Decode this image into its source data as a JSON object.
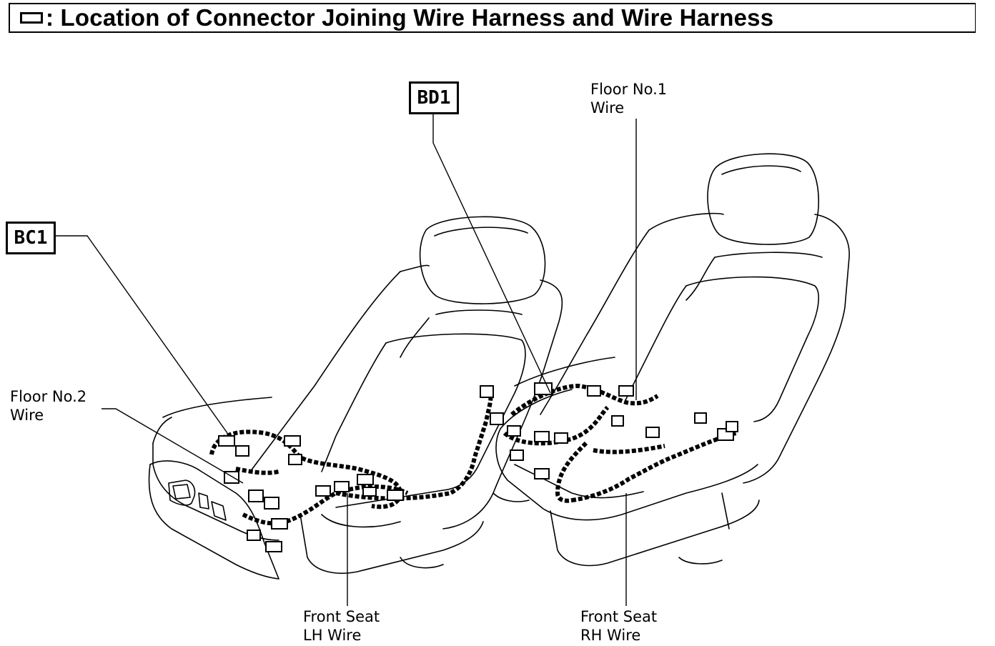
{
  "header": {
    "legend_icon": "connector-legend-box-icon",
    "title": ": Location of Connector Joining Wire Harness and Wire Harness"
  },
  "connectors": [
    {
      "code": "BD1"
    },
    {
      "code": "BC1"
    }
  ],
  "labels": {
    "floor_no1": [
      "Floor No.1",
      "Wire"
    ],
    "floor_no2": [
      "Floor No.2",
      "Wire"
    ],
    "front_seat_lh": [
      "Front Seat",
      "LH Wire"
    ],
    "front_seat_rh": [
      "Front Seat",
      "RH Wire"
    ]
  },
  "colors": {
    "ink": "#000000",
    "paper": "#ffffff"
  }
}
